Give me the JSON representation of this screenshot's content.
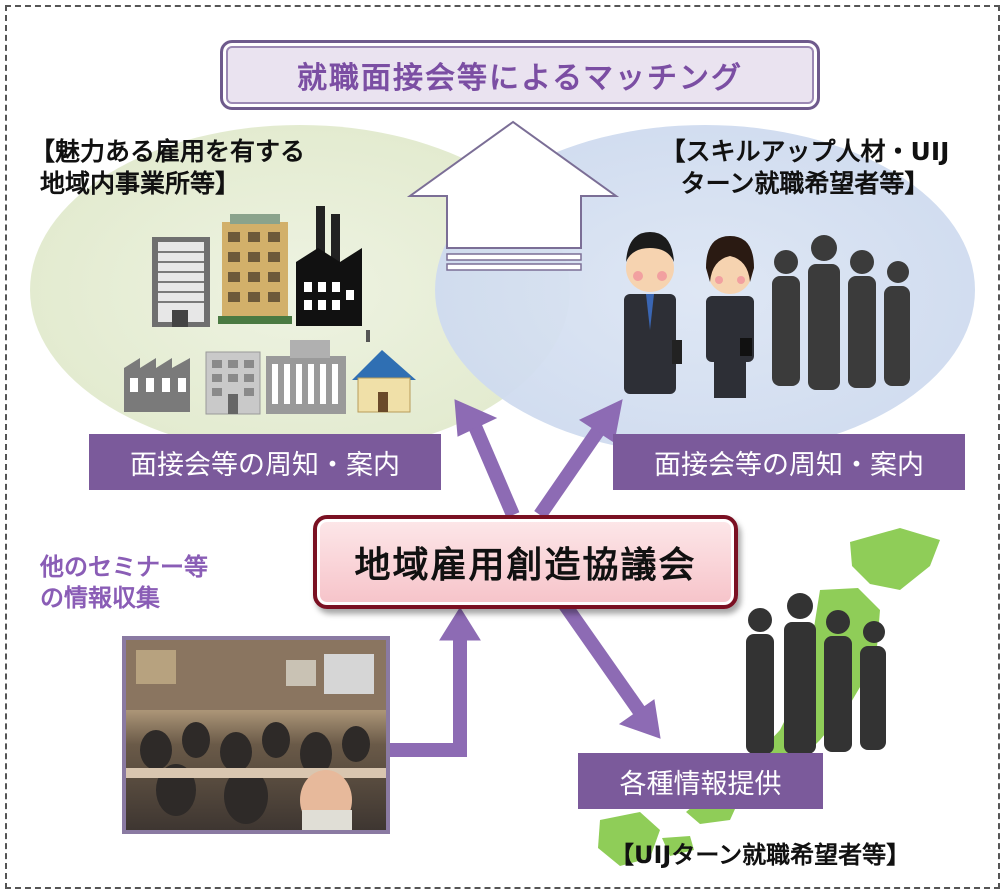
{
  "banner_top": "就職面接会等によるマッチング",
  "left_group": {
    "line1": "【魅力ある雇用を有する",
    "line2": "地域内事業所等】"
  },
  "right_group": {
    "line1": "【スキルアップ人材・UIJ",
    "line2": "ターン就職希望者等】"
  },
  "notice_left": "面接会等の周知・案内",
  "notice_right": "面接会等の周知・案内",
  "center": "地域雇用創造協議会",
  "seminar": {
    "line1": "他のセミナー等",
    "line2": "の情報収集"
  },
  "info_provide": "各種情報提供",
  "bottom_group": "【UIJターン就職希望者等】",
  "colors": {
    "purple": "#7b5a9b",
    "left_ellipse": "#e8efd8",
    "right_ellipse": "#d7e1f1",
    "japan_green": "#7dc83f",
    "center_border": "#7a1022"
  },
  "icons": [
    "office-building-icon",
    "factory-icon",
    "house-icon",
    "businessman-icon",
    "businesswoman-icon",
    "people-silhouette-icon",
    "japan-map-icon"
  ]
}
